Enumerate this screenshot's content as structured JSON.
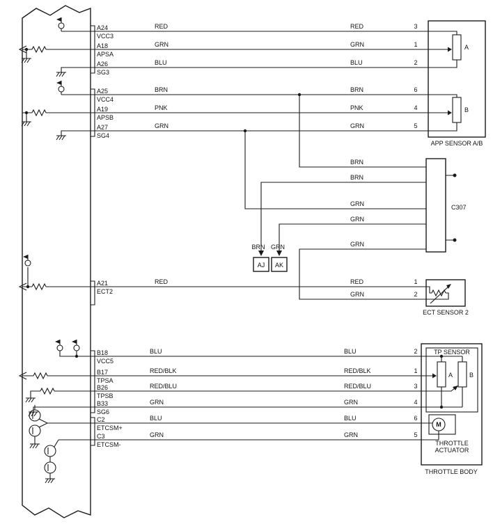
{
  "colors": {
    "ink": "#1a1a1a",
    "paper": "#ffffff"
  },
  "app_rows": [
    {
      "pin": "A24",
      "name": "VCC3",
      "wire": "RED",
      "num": "3"
    },
    {
      "pin": "A18",
      "name": "APSA",
      "wire": "GRN",
      "num": "1"
    },
    {
      "pin": "A26",
      "name": "SG3",
      "wire": "BLU",
      "num": "2"
    },
    {
      "pin": "A25",
      "name": "VCC4",
      "wire": "BRN",
      "num": "6"
    },
    {
      "pin": "A19",
      "name": "APSB",
      "wire": "PNK",
      "num": "4"
    },
    {
      "pin": "A27",
      "name": "SG4",
      "wire": "GRN",
      "num": "5"
    }
  ],
  "app_sensor": {
    "title": "APP SENSOR A/B",
    "pot_a": "A",
    "pot_b": "B"
  },
  "c307": {
    "label": "C307",
    "rows": [
      "BRN",
      "BRN",
      "GRN",
      "GRN",
      "GRN"
    ]
  },
  "junctions": {
    "aj_wire": "BRN",
    "aj": "AJ",
    "ak_wire": "GRN",
    "ak": "AK"
  },
  "ect": {
    "pin": "A21",
    "name": "ECT2",
    "wire": "RED",
    "num": "1",
    "wire2": "GRN",
    "num2": "2",
    "title": "ECT SENSOR 2"
  },
  "tb_rows": [
    {
      "pin": "B18",
      "name": "VCC5",
      "wire": "BLU",
      "num": "2"
    },
    {
      "pin": "B17",
      "name": "TPSA",
      "wire": "RED/BLK",
      "num": "1"
    },
    {
      "pin": "B26",
      "name": "TPSB",
      "wire": "RED/BLU",
      "num": "3"
    },
    {
      "pin": "B33",
      "name": "SG6",
      "wire": "GRN",
      "num": "4"
    },
    {
      "pin": "C2",
      "name": "ETCSM+",
      "wire": "BLU",
      "num": "6"
    },
    {
      "pin": "C3",
      "name": "ETCSM-",
      "wire": "GRN",
      "num": "5"
    }
  ],
  "throttle_body": {
    "tp_title": "TP SENSOR",
    "pot_a": "A",
    "pot_b": "B",
    "motor": "M",
    "actuator_line1": "THROTTLE",
    "actuator_line2": "ACTUATOR",
    "title": "THROTTLE BODY"
  }
}
